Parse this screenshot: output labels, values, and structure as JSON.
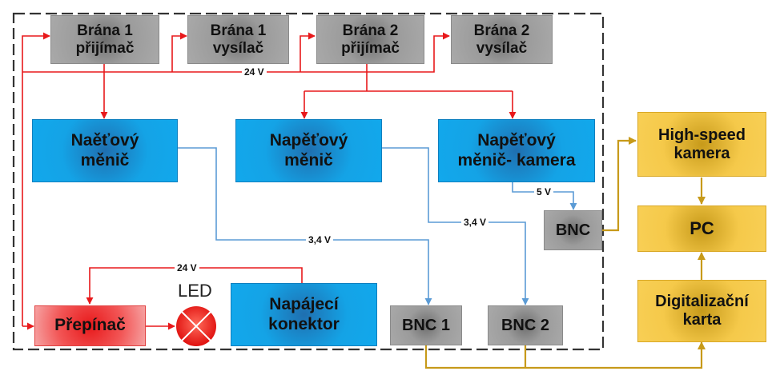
{
  "blocks": {
    "gate1_rx": [
      "Brána 1",
      "přijímač"
    ],
    "gate1_tx": [
      "Brána 1",
      "vysílač"
    ],
    "gate2_rx": [
      "Brána 2",
      "přijímač"
    ],
    "gate2_tx": [
      "Brána 2",
      "vysílač"
    ],
    "conv1": [
      "Naěťový",
      "měnič"
    ],
    "conv2": [
      "Napěťový",
      "měnič"
    ],
    "conv3": [
      "Napěťový",
      "měnič- kamera"
    ],
    "switch": "Přepínač",
    "connector": [
      "Napájecí",
      "konektor"
    ],
    "bnc": "BNC",
    "bnc1": "BNC 1",
    "bnc2": "BNC 2",
    "camera": [
      "High-speed",
      "kamera"
    ],
    "pc": "PC",
    "card": [
      "Digitalizační",
      "karta"
    ]
  },
  "labels": {
    "v24_top": "24 V",
    "v24_bottom": "24 V",
    "v5": "5 V",
    "v34_a": "3,4 V",
    "v34_b": "3,4 V",
    "led": "LED"
  },
  "colors": {
    "power_red": "#e8191b",
    "signal_blue": "#5b9bd5",
    "data_gold": "#c79a1a",
    "boundary": "#333333"
  }
}
